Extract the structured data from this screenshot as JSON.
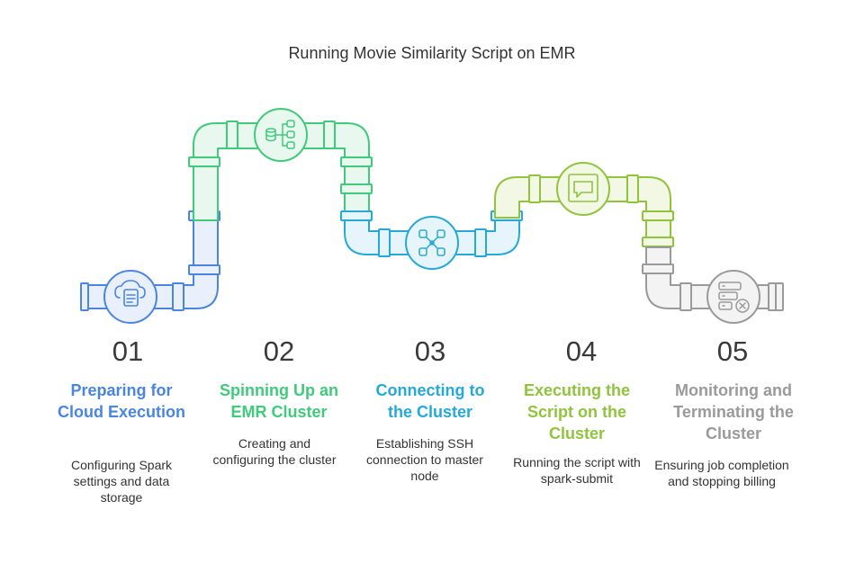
{
  "title": "Running Movie Similarity Script on EMR",
  "steps": [
    {
      "number": "01",
      "title": "Preparing for Cloud Execution",
      "description": "Configuring Spark settings and data storage",
      "color": "#4a86e0",
      "icon": "cloud-document-icon"
    },
    {
      "number": "02",
      "title": "Spinning Up an EMR Cluster",
      "description": "Creating and configuring the cluster",
      "color": "#3fca7c",
      "icon": "database-tree-icon"
    },
    {
      "number": "03",
      "title": "Connecting to the Cluster",
      "description": "Establishing SSH connection to master node",
      "color": "#26a9d8",
      "icon": "database-network-icon"
    },
    {
      "number": "04",
      "title": "Executing the Script on the Cluster",
      "description": "Running the script with spark-submit",
      "color": "#8fc43c",
      "icon": "chat-screen-icon"
    },
    {
      "number": "05",
      "title": "Monitoring and Terminating the Cluster",
      "description": "Ensuring job completion and stopping billing",
      "color": "#9a9a9a",
      "icon": "server-cancel-icon"
    }
  ]
}
